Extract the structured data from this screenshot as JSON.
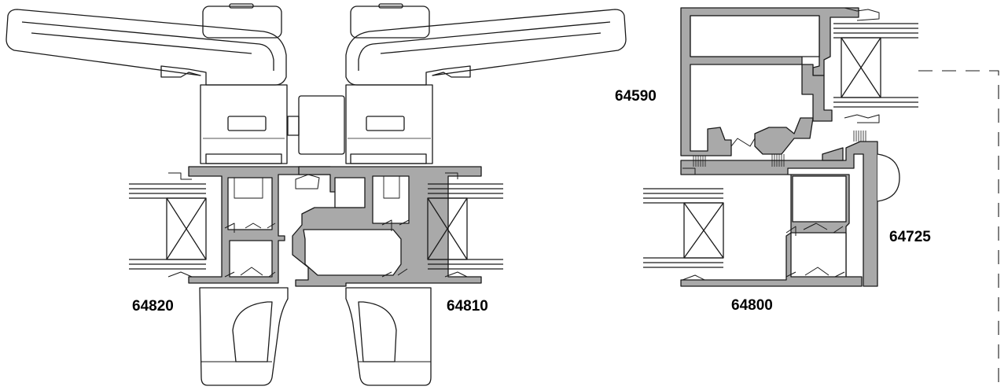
{
  "labels": {
    "p64820": "64820",
    "p64810": "64810",
    "p64590": "64590",
    "p64725": "64725",
    "p64800": "64800"
  },
  "colors": {
    "profile_fill": "#a9a9a9",
    "stroke": "#1a1a1a",
    "background": "#ffffff",
    "handle_fill": "#ffffff"
  },
  "icons": [
    "door-handle-icon",
    "glazing-unit-icon",
    "brush-seal-icon",
    "dashed-outline-icon"
  ]
}
